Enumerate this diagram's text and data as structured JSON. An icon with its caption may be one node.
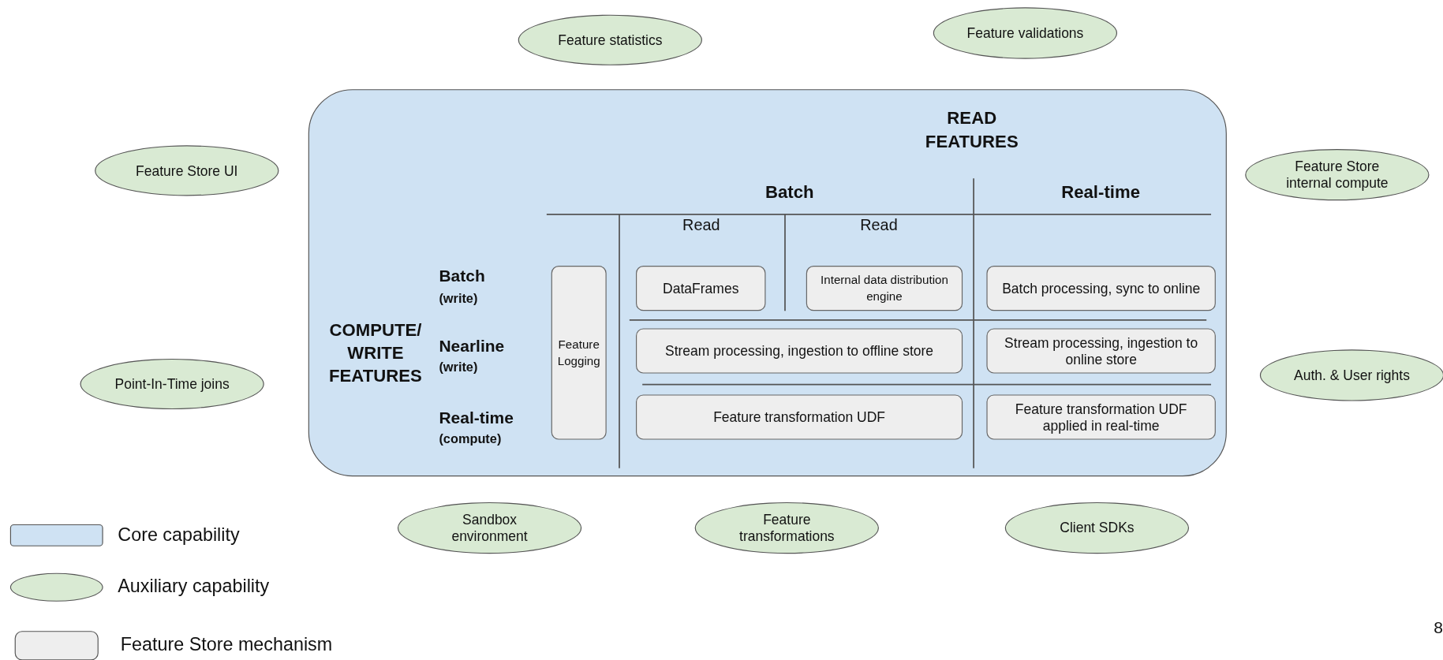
{
  "diagram": {
    "nodes": [
      {
        "text": [
          "Feature statistics"
        ]
      },
      {
        "text": [
          "Feature validations"
        ]
      },
      {
        "text": [
          "READ FEATURES",
          "COMPUTE/ WRITE FEATURES"
        ]
      },
      {
        "text": [
          "Feature Store UI"
        ]
      },
      {
        "text": [
          "Feature Store internal compute"
        ]
      },
      {
        "text": [
          "Feature Logging"
        ],
        "in": 2
      },
      {
        "text": [
          "DataFrames"
        ],
        "in": 2
      },
      {
        "text": [
          "Internal data distribution engine"
        ],
        "in": 2
      },
      {
        "text": [
          "Batch processing, sync to online"
        ],
        "in": 2
      },
      {
        "text": [
          "Stream processing, ingestion to offline store"
        ],
        "in": 2
      },
      {
        "text": [
          "Stream processing, ingestion to online store"
        ],
        "in": 2
      },
      {
        "text": [
          "Feature transformation UDF"
        ],
        "in": 2
      },
      {
        "text": [
          "Feature transformation UDF applied in real-time"
        ],
        "in": 2
      },
      {
        "text": [
          "Point-In-Time joins"
        ]
      },
      {
        "text": [
          "Auth. & User rights"
        ]
      },
      {
        "text": [
          "Sandbox environment"
        ]
      },
      {
        "text": [
          "Feature transformations"
        ]
      },
      {
        "text": [
          "Client SDKs"
        ]
      }
    ],
    "edges": [],
    "labels": [
      "Batch",
      "Real-time",
      "Read",
      "Read",
      "Batch",
      "(write)",
      "Nearline",
      "(write)",
      "Real-time",
      "(compute)",
      "8"
    ],
    "legend": [
      {
        "text": "Core capability",
        "color": "#cfe2f3"
      },
      {
        "text": "Auxiliary capability",
        "color": "#d9ead3"
      },
      {
        "text": "Feature Store mechanism",
        "color": "#eeeeee"
      }
    ]
  }
}
